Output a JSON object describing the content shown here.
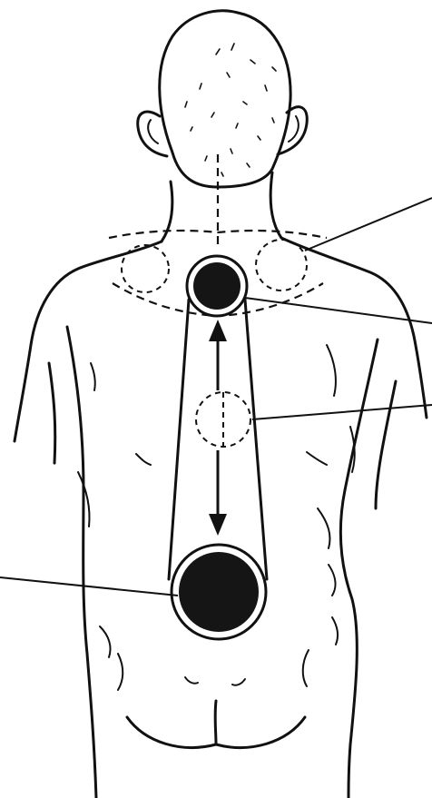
{
  "figure": {
    "background": "#ffffff",
    "ink": "#111111",
    "electrode_fill": "#151515",
    "view": "back-view",
    "parts": {
      "head": "head-outline",
      "ears": "ear-outline",
      "neck": "neck-outline",
      "shoulders": "shoulder-outline",
      "torso": "torso-outline",
      "buttocks": "buttocks-outline"
    },
    "electrodes": [
      {
        "name": "upper-electrode",
        "state": "active"
      },
      {
        "name": "lower-electrode",
        "state": "active"
      },
      {
        "name": "left-shoulder-position",
        "state": "alternate"
      },
      {
        "name": "right-shoulder-position",
        "state": "alternate"
      },
      {
        "name": "mid-back-position",
        "state": "alternate"
      }
    ],
    "arrows": [
      "arrow-up-icon",
      "arrow-down-icon"
    ],
    "labels": []
  }
}
